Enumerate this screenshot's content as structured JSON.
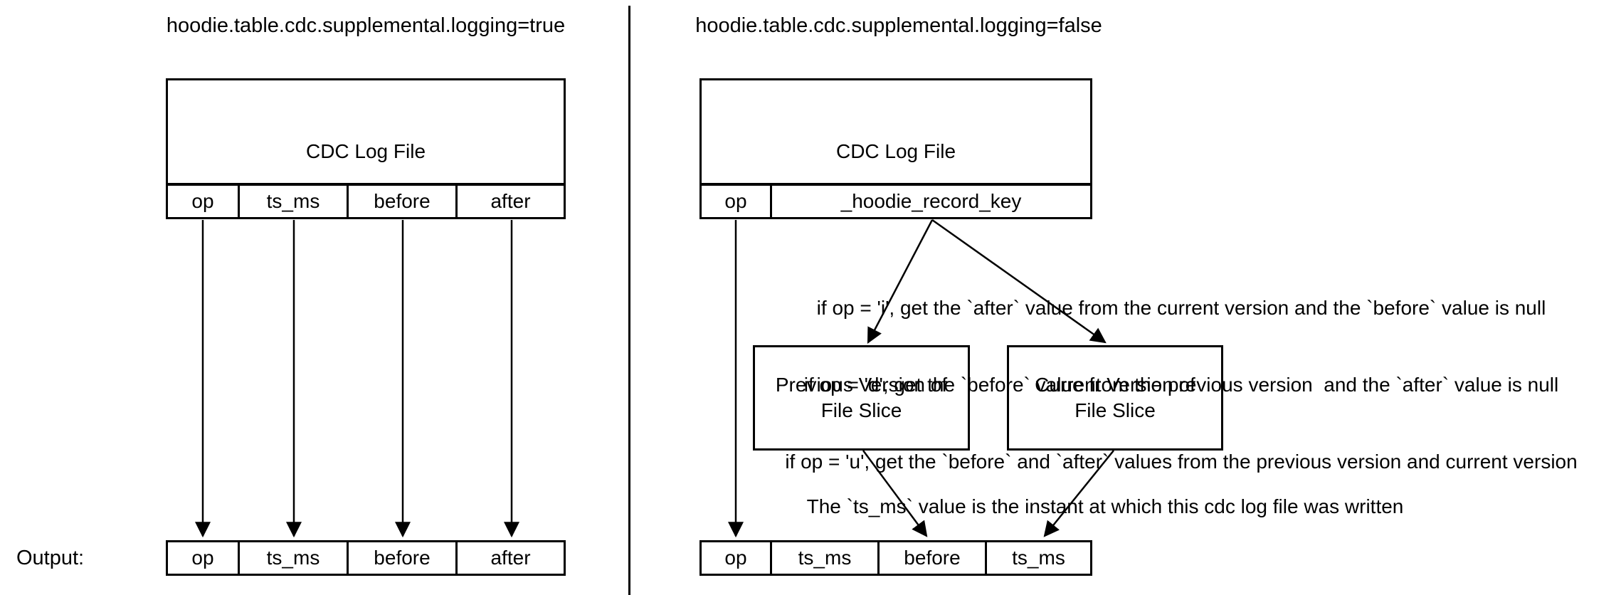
{
  "colors": {
    "ink": "#000000",
    "paper": "#ffffff"
  },
  "left": {
    "title": "hoodie.table.cdc.supplemental.logging=true",
    "file_box_label": "CDC Log File",
    "header_cells": [
      "op",
      "ts_ms",
      "before",
      "after"
    ],
    "output_label": "Output:",
    "output_cells": [
      "op",
      "ts_ms",
      "before",
      "after"
    ]
  },
  "right": {
    "title": "hoodie.table.cdc.supplemental.logging=false",
    "file_box_label": "CDC Log File",
    "header_cells": [
      "op",
      "_hoodie_record_key"
    ],
    "rules": [
      "if op = 'i', get the `after` value from the current version and the `before` value is null",
      "if op = 'd', get the `before` value from the previous version  and the `after` value is null",
      "if op = 'u', get the `before` and `after` values from the previous version and current version"
    ],
    "previous_box": {
      "line1": "Previous Version of",
      "line2": "File Slice"
    },
    "current_box": {
      "line1": "Current Version of",
      "line2": "File Slice"
    },
    "ts_note": "The `ts_ms` value is the instant at which this cdc log file was written",
    "output_cells": [
      "op",
      "ts_ms",
      "before",
      "ts_ms"
    ]
  }
}
